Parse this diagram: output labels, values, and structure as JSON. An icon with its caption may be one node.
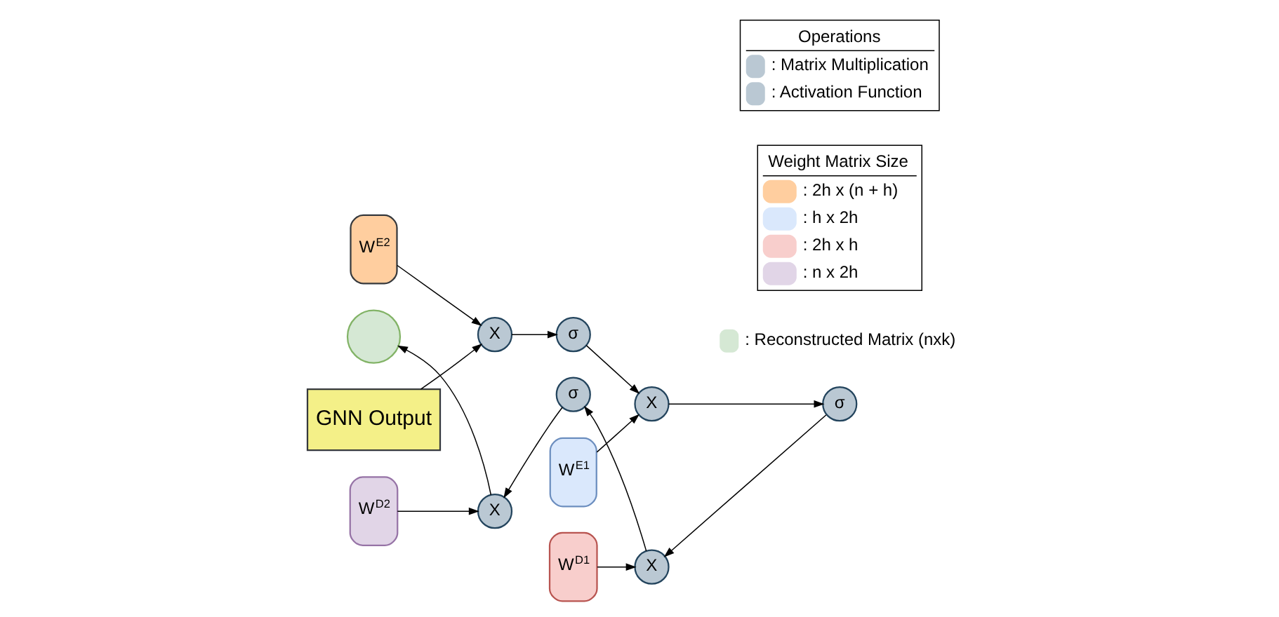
{
  "diagram": {
    "nodes": [
      {
        "text": [
          "W$^{E2}$"
        ]
      },
      {
        "text": [
          "W$^{E1}$"
        ]
      },
      {
        "text": [
          "GNN Output"
        ]
      },
      {
        "text": [
          "X"
        ]
      },
      {
        "text": [
          "σ"
        ]
      },
      {
        "text": [
          "X"
        ]
      },
      {
        "text": [],
        "shape": "circle"
      },
      {
        "text": [
          "X"
        ]
      },
      {
        "text": [
          "σ"
        ]
      },
      {
        "text": [
          "X"
        ]
      },
      {
        "text": [
          "σ"
        ]
      },
      {
        "text": [
          "W$^{D2}$"
        ]
      },
      {
        "text": [
          "W$^{D1}$"
        ]
      }
    ],
    "edges": [
      {
        "from": 2,
        "to": 3,
        "arrow": "to"
      },
      {
        "from": 0,
        "to": 3,
        "arrow": "to"
      },
      {
        "from": 3,
        "to": 4,
        "arrow": "to"
      },
      {
        "from": 4,
        "to": 5,
        "arrow": "to"
      },
      {
        "from": 1,
        "to": 5,
        "arrow": "to"
      },
      {
        "from": 5,
        "to": 10,
        "arrow": "to"
      },
      {
        "from": 10,
        "to": 9,
        "arrow": "to"
      },
      {
        "from": 12,
        "to": 9,
        "arrow": "to"
      },
      {
        "from": 9,
        "to": 8,
        "arrow": "to"
      },
      {
        "from": 8,
        "to": 7,
        "arrow": "to"
      },
      {
        "from": 11,
        "to": 7,
        "arrow": "to"
      },
      {
        "from": 7,
        "to": 6,
        "arrow": "to"
      }
    ],
    "labels": [
      "Operations",
      "Weight Matrix Size"
    ],
    "legend": [
      {
        "text": ": Matrix Multiplication"
      },
      {
        "text": ": Activation Function"
      },
      {
        "text": ": 2h x (n + h)",
        "color": "#ffce9f"
      },
      {
        "text": ": h x 2h",
        "color": "#dae8fc"
      },
      {
        "text": ": 2h x h",
        "color": "#f8cecc"
      },
      {
        "text": ": n x 2h",
        "color": "#e1d5e7"
      },
      {
        "text": ": Reconstructed Matrix (nxk)",
        "color": "#d5e8d4"
      }
    ]
  }
}
